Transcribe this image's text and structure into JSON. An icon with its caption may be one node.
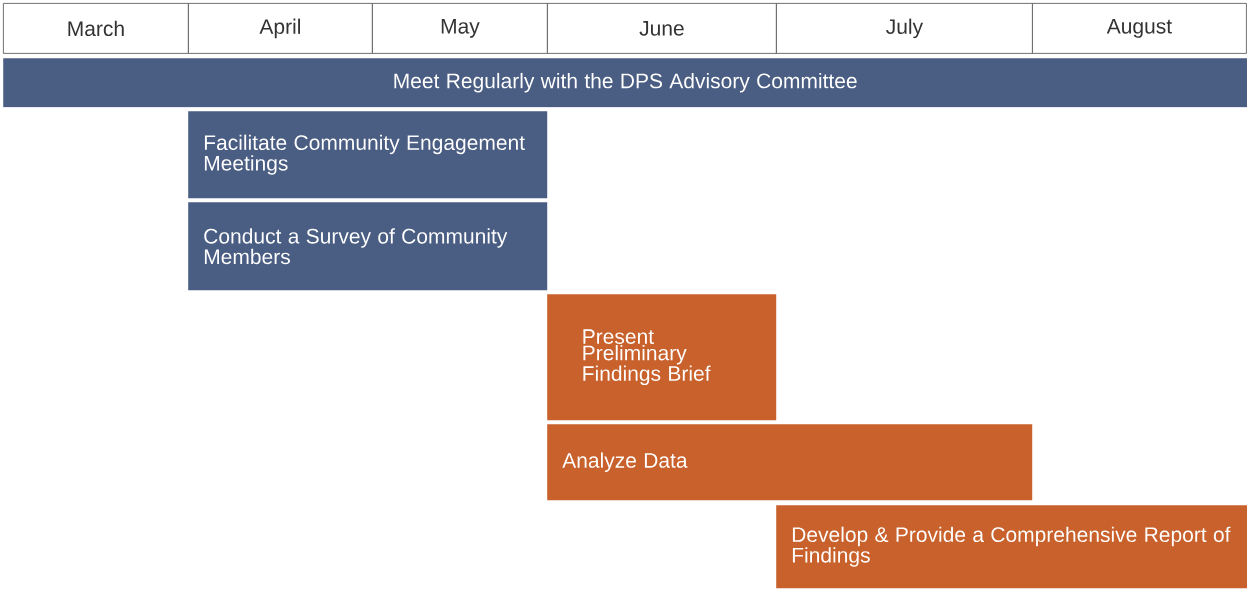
{
  "diagram": {
    "nodes": [
      {
        "text": [
          "March"
        ]
      },
      {
        "text": [
          "April"
        ]
      },
      {
        "text": [
          "May"
        ]
      },
      {
        "text": [
          "June"
        ]
      },
      {
        "text": [
          "July"
        ]
      },
      {
        "text": [
          "August"
        ]
      },
      {
        "text": [
          "Meet Regularly with the DPS Advisory Committee"
        ]
      },
      {
        "text": [
          "Facilitate Community Engagement Meetings"
        ]
      },
      {
        "text": [
          "Conduct a Survey of Community Members"
        ]
      },
      {
        "text": [
          "Present Preliminary Findings Brief"
        ]
      },
      {
        "text": [
          "Analyze Data"
        ]
      },
      {
        "text": [
          "Develop & Provide a Comprehensive Report of Findings"
        ]
      }
    ]
  }
}
